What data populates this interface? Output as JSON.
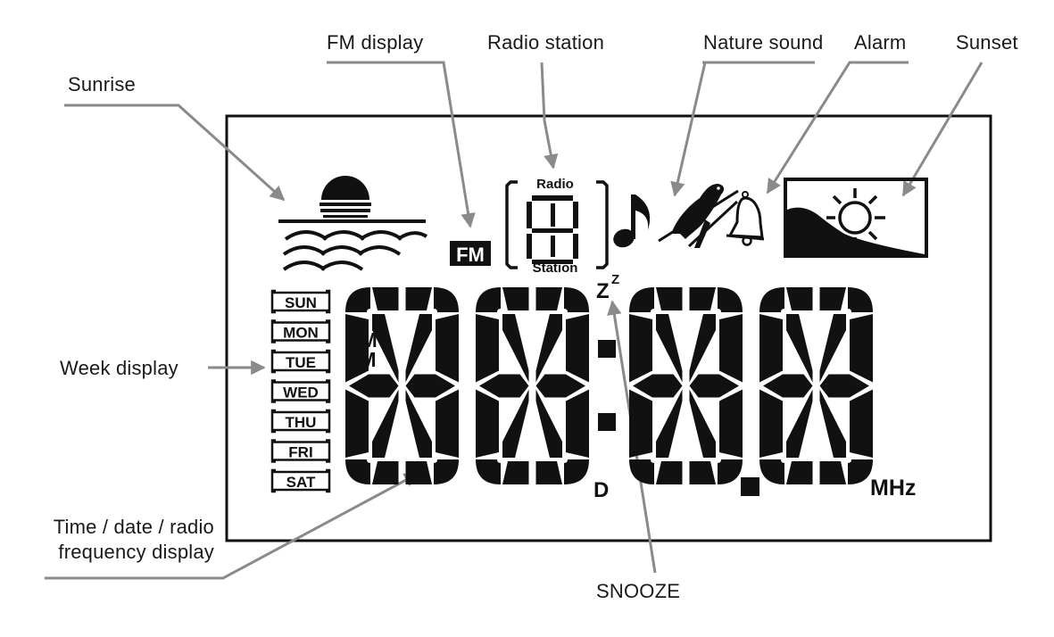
{
  "labels": {
    "sunrise": "Sunrise",
    "fm_display": "FM display",
    "radio_station": "Radio  station",
    "nature_sound": "Nature  sound",
    "alarm": "Alarm",
    "sunset": "Sunset",
    "week_display": "Week  display",
    "time_display_line1": "Time / date / radio",
    "time_display_line2": "frequency  display",
    "snooze": "SNOOZE"
  },
  "lcd": {
    "fm_badge": "FM",
    "radio_top": "Radio",
    "radio_bottom": "Station",
    "snooze_symbol": "Z",
    "snooze_sup": "Z",
    "am": "AM",
    "pm": "PM",
    "d": "D",
    "unit": "MHz",
    "weekdays": [
      "SUN",
      "MON",
      "TUE",
      "WED",
      "THU",
      "FRI",
      "SAT"
    ]
  },
  "icons": [
    "sunrise-icon",
    "fm-icon",
    "radio-station-icon",
    "music-note-icon",
    "bird-icon",
    "bell-icon",
    "sunset-icon"
  ],
  "colors": {
    "ink": "#111111",
    "leader": "#8a8a8a",
    "background": "#ffffff"
  }
}
